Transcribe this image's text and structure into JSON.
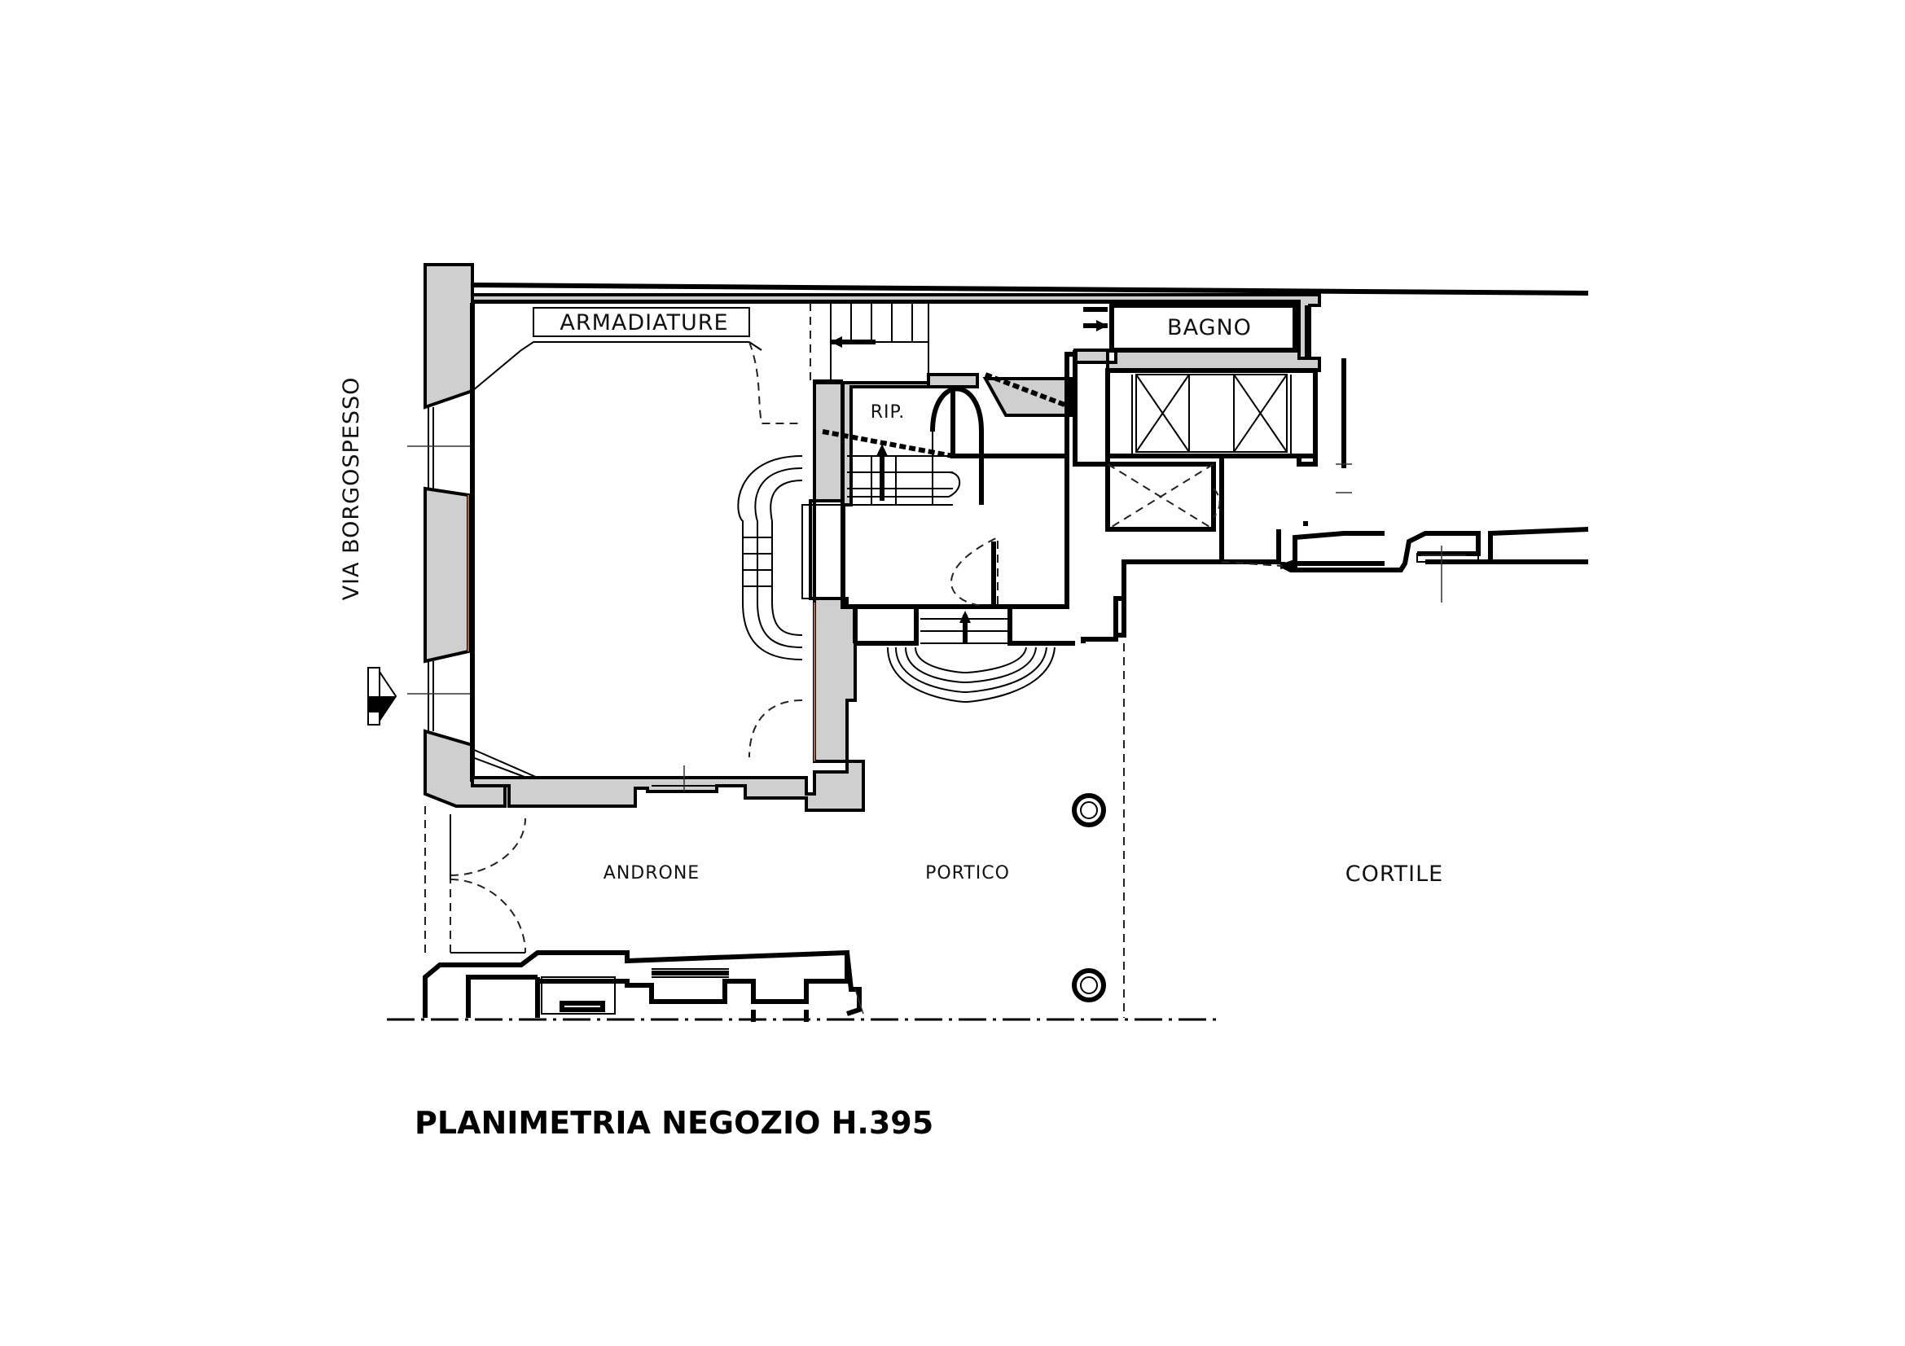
{
  "drawing": {
    "title": "PLANIMETRIA NEGOZIO H.395",
    "street_label": "VIA BORGOSPESSO",
    "rooms": {
      "armadiature": "ARMADIATURE",
      "bagno": "BAGNO",
      "rip": "RIP.",
      "androne": "ANDRONE",
      "portico": "PORTICO",
      "cortile": "CORTILE"
    }
  },
  "colors": {
    "wall_fill": "#cfcfcf",
    "line": "#000000",
    "furniture_edge": "#b06a3a",
    "background": "#ffffff"
  },
  "icons": [
    "north-arrow-icon",
    "column-icon",
    "stair-arrow-icon"
  ]
}
